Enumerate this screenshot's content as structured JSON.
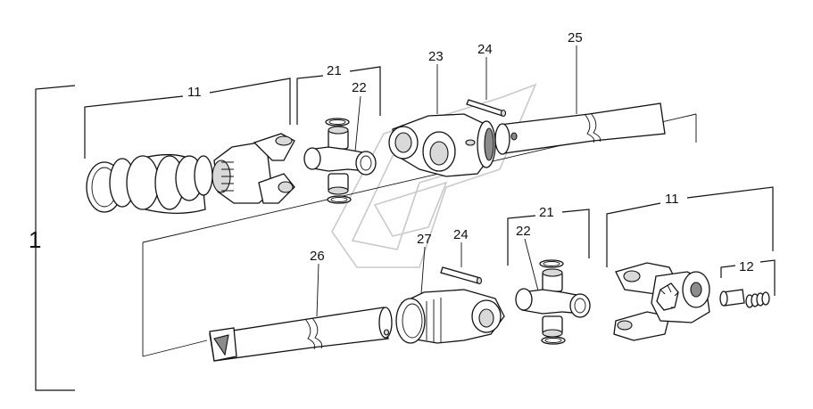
{
  "callouts": {
    "assembly": "1",
    "top_yoke_group": "11",
    "top_cross_group": "21",
    "top_cross": "22",
    "top_outer_yoke": "23",
    "top_pin": "24",
    "top_tube": "25",
    "bottom_tube": "26",
    "bottom_outer_yoke": "27",
    "bottom_pin": "24",
    "bottom_cross_group": "21",
    "bottom_cross": "22",
    "bottom_yoke_group": "11",
    "bolt_group": "12"
  }
}
